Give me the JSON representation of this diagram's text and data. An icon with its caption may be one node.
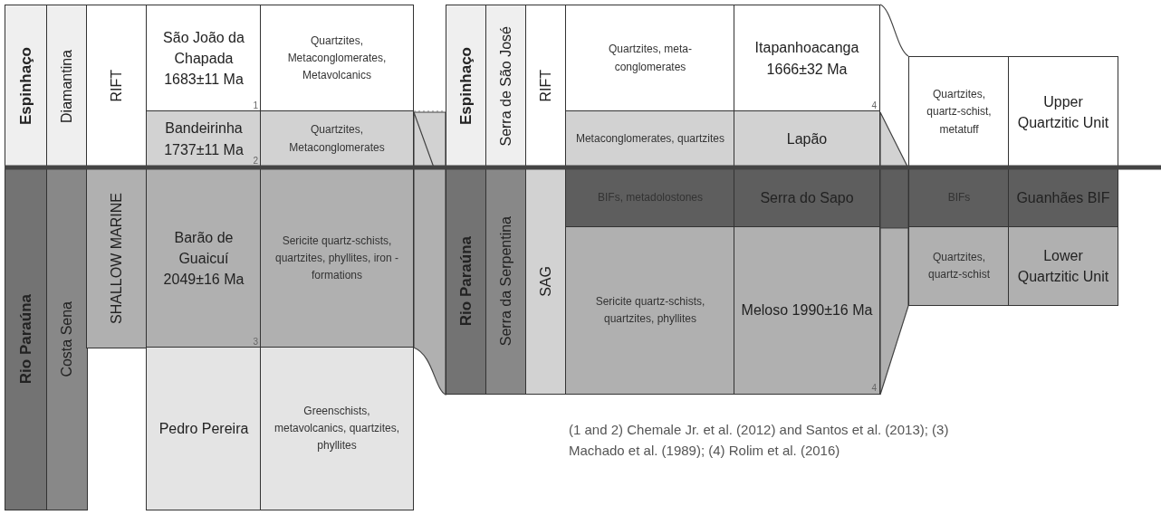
{
  "diagram": {
    "nodes": [
      {
        "text": [
          "Espinhaço"
        ]
      },
      {
        "text": [
          "Diamantina"
        ]
      },
      {
        "text": [
          "RIFT"
        ]
      },
      {
        "text": [
          "São João da Chapada 1683±11 Ma",
          "1"
        ]
      },
      {
        "text": [
          "Quartzites, Metaconglomerates, Metavolcanics"
        ]
      },
      {
        "text": [
          "Bandeirinha 1737±11 Ma",
          "2"
        ]
      },
      {
        "text": [
          "Quartzites, Metaconglomerates"
        ]
      },
      {
        "text": [
          "Rio Paraúna"
        ]
      },
      {
        "text": [
          "Costa Sena"
        ]
      },
      {
        "text": [
          "SHALLOW MARINE"
        ]
      },
      {
        "text": [
          "Barão de Guaicuí 2049±16 Ma",
          "3"
        ]
      },
      {
        "text": [
          "Sericite quartz-schists, quartzites, phyllites, iron -formations"
        ]
      },
      {
        "text": [
          "Pedro Pereira"
        ]
      },
      {
        "text": [
          "Greenschists, metavolcanics, quartzites, phyllites"
        ]
      },
      {
        "text": [
          "Espinhaço"
        ]
      },
      {
        "text": [
          "Serra de São José"
        ]
      },
      {
        "text": [
          "RIFT"
        ]
      },
      {
        "text": [
          "Quartzites, meta- conglomerates"
        ]
      },
      {
        "text": [
          "Itapanhoacanga 1666±32 Ma",
          "4"
        ]
      },
      {
        "text": [
          "Metaconglomerates, quartzites"
        ]
      },
      {
        "text": [
          "Lapão"
        ]
      },
      {
        "text": [
          "Rio Paraúna"
        ]
      },
      {
        "text": [
          "Serra da Serpentina"
        ]
      },
      {
        "text": [
          "SAG"
        ]
      },
      {
        "text": [
          "BIFs, metadolostones"
        ]
      },
      {
        "text": [
          "Serra do Sapo"
        ]
      },
      {
        "text": [
          "Sericite quartz-schists, quartzites, phyllites"
        ]
      },
      {
        "text": [
          "Meloso 1990±16 Ma",
          "4"
        ]
      },
      {
        "text": [
          "Quartzites, quartz-schist, metatuff"
        ]
      },
      {
        "text": [
          "Upper Quartzitic Unit"
        ]
      },
      {
        "text": [
          "BIFs"
        ]
      },
      {
        "text": [
          "Guanhães BIF"
        ]
      },
      {
        "text": [
          "Quartzites, quartz-schist"
        ]
      },
      {
        "text": [
          "Lower Quartzitic Unit"
        ]
      }
    ],
    "labels": [
      "(1 and 2) Chemale Jr. et al. (2012) and Santos et al. (2013); (3) Machado et al. (1989); (4) Rolim et al. (2016)"
    ]
  }
}
